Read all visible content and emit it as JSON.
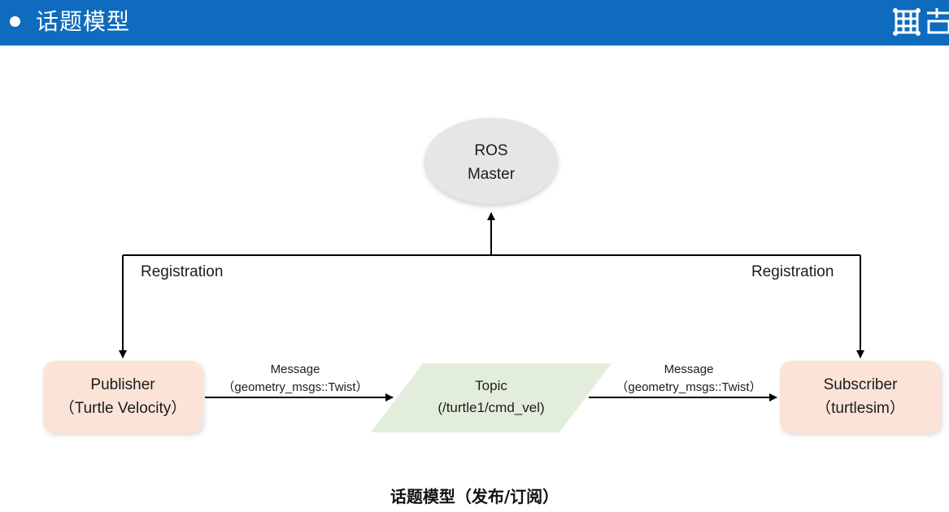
{
  "header": {
    "title": "话题模型",
    "bar_color": "#0f6bbd"
  },
  "diagram": {
    "master": {
      "line1": "ROS",
      "line2": "Master"
    },
    "publisher": {
      "line1": "Publisher",
      "line2": "（Turtle Velocity）"
    },
    "topic": {
      "line1": "Topic",
      "line2": "(/turtle1/cmd_vel)"
    },
    "subscriber": {
      "line1": "Subscriber",
      "line2": "（turtlesim）"
    },
    "edges": {
      "registration_left": "Registration",
      "registration_right": "Registration",
      "message_left": {
        "line1": "Message",
        "line2": "（geometry_msgs::Twist）"
      },
      "message_right": {
        "line1": "Message",
        "line2": "（geometry_msgs::Twist）"
      }
    },
    "colors": {
      "master_fill": "#e6e6e6",
      "node_fill": "#fbe3d7",
      "topic_fill": "#e2eedb",
      "line": "#000000"
    }
  },
  "caption": "话题模型（发布/订阅）"
}
